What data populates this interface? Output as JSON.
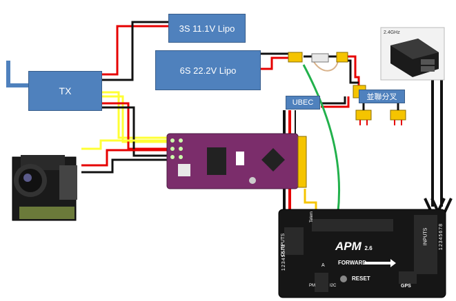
{
  "blocks": {
    "tx": "TX",
    "battery_3s": "3S 11.1V Lipo",
    "battery_6s": "6S 22.2V Lipo",
    "ubec": "UBEC",
    "splitter": "並聯分叉"
  },
  "apm_board": {
    "logo": "APM",
    "version": "2.6",
    "outputs": "OUTPUTS",
    "output_numbers": "12345678",
    "inputs": "INPUTS",
    "input_numbers": "12345678",
    "telem": "Telem",
    "forward": "FORWARD",
    "reset": "RESET",
    "gps": "GPS",
    "pm": "PM",
    "i2c": "I2C",
    "a": "A"
  },
  "receiver": {
    "brand": "2.4GHz"
  },
  "colors": {
    "block_fill": "#4f81bd",
    "block_border": "#385d8a",
    "wire_red": "#e60000",
    "wire_black": "#111111",
    "wire_yellow": "#ffff33",
    "wire_green": "#22b14c",
    "connector_yellow": "#f5c400",
    "osd_board": "#7b2d6b"
  }
}
